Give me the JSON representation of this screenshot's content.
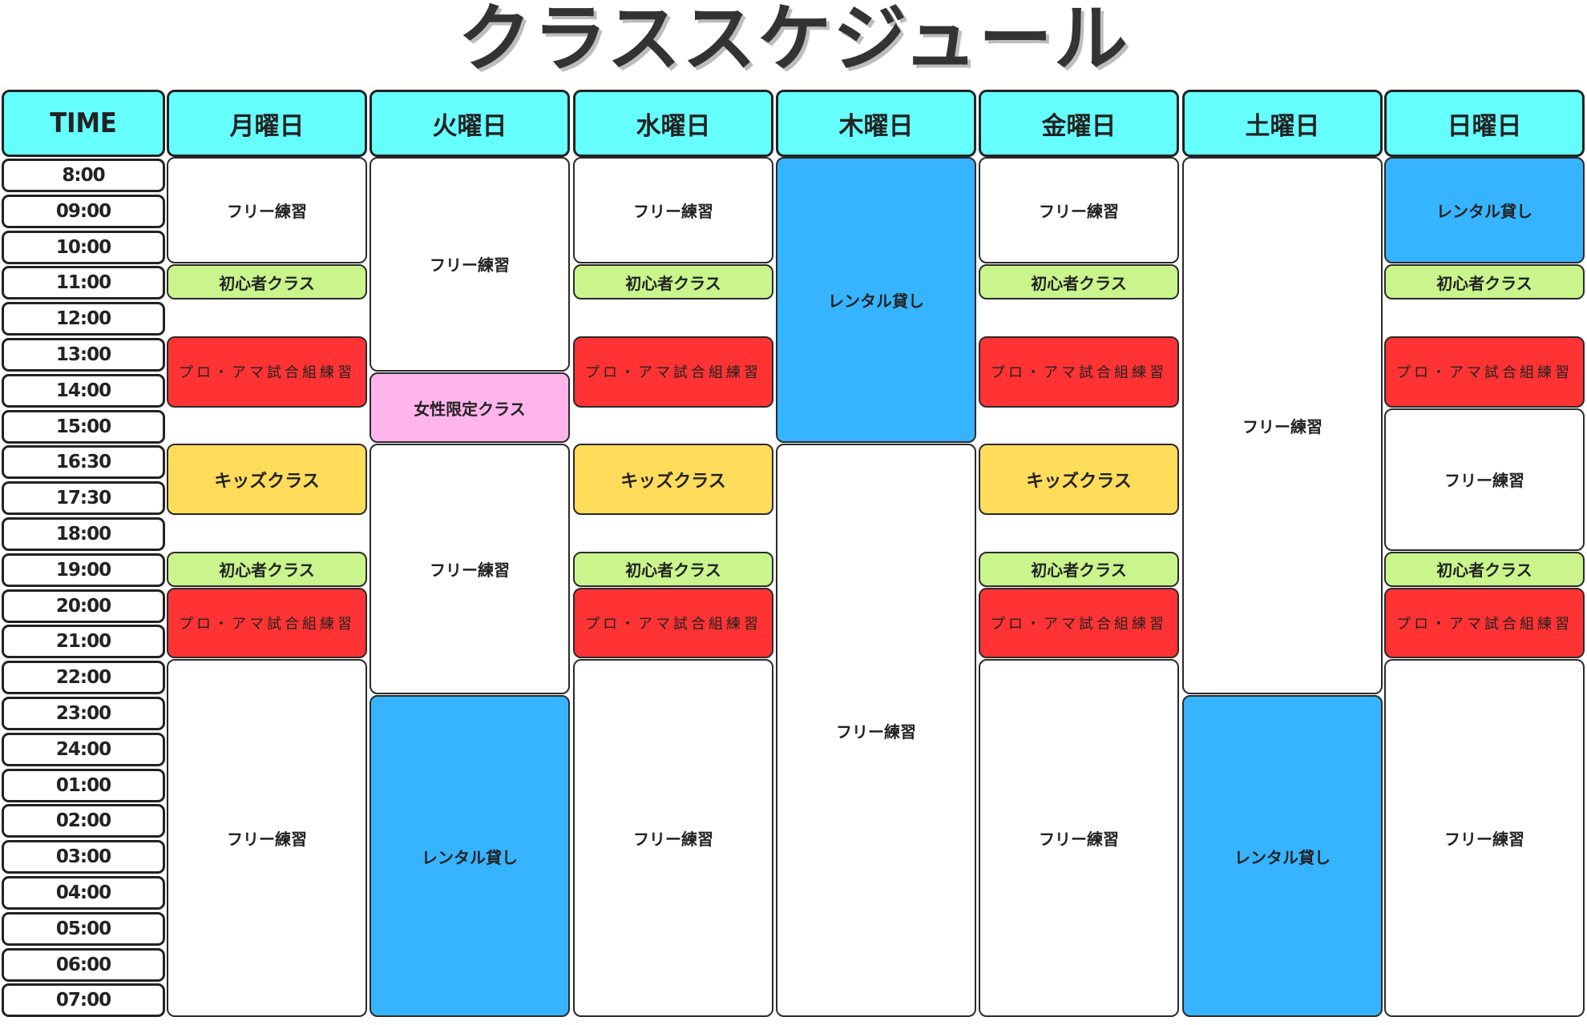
{
  "title": "クラススケジュール",
  "time_header": "TIME",
  "days": [
    "月曜日",
    "火曜日",
    "水曜日",
    "木曜日",
    "金曜日",
    "土曜日",
    "日曜日"
  ],
  "times": [
    "8:00",
    "09:00",
    "10:00",
    "11:00",
    "12:00",
    "13:00",
    "14:00",
    "15:00",
    "16:30",
    "17:30",
    "18:00",
    "19:00",
    "20:00",
    "21:00",
    "22:00",
    "23:00",
    "24:00",
    "01:00",
    "02:00",
    "03:00",
    "04:00",
    "05:00",
    "06:00",
    "07:00"
  ],
  "class_names": {
    "free": "フリー練習",
    "beginner": "初心者クラス",
    "proam": "プロ・アマ試合組練習",
    "kids": "キッズクラス",
    "rental": "レンタル貸し",
    "women": "女性限定クラス"
  },
  "colors": {
    "header": "#66ffff",
    "free": "#ffffff",
    "beginner": "#c9f58c",
    "proam": "#ff3333",
    "kids": "#ffdc5a",
    "rental": "#36b4ff",
    "women": "#ffb5ec",
    "border": "#222222"
  },
  "schedule": [
    [
      {
        "type": "free",
        "start": "8:00",
        "end": "10:00"
      },
      {
        "type": "beginner",
        "start": "11:00",
        "end": "11:00"
      },
      {
        "type": "proam",
        "start": "13:00",
        "end": "14:00"
      },
      {
        "type": "kids",
        "start": "16:30",
        "end": "17:30"
      },
      {
        "type": "beginner",
        "start": "19:00",
        "end": "19:00"
      },
      {
        "type": "proam",
        "start": "20:00",
        "end": "21:00"
      },
      {
        "type": "free",
        "start": "22:00",
        "end": "07:00"
      }
    ],
    [
      {
        "type": "free",
        "start": "8:00",
        "end": "13:00"
      },
      {
        "type": "women",
        "start": "14:00",
        "end": "15:00"
      },
      {
        "type": "free",
        "start": "16:30",
        "end": "22:00"
      },
      {
        "type": "rental",
        "start": "23:00",
        "end": "07:00"
      }
    ],
    [
      {
        "type": "free",
        "start": "8:00",
        "end": "10:00"
      },
      {
        "type": "beginner",
        "start": "11:00",
        "end": "11:00"
      },
      {
        "type": "proam",
        "start": "13:00",
        "end": "14:00"
      },
      {
        "type": "kids",
        "start": "16:30",
        "end": "17:30"
      },
      {
        "type": "beginner",
        "start": "19:00",
        "end": "19:00"
      },
      {
        "type": "proam",
        "start": "20:00",
        "end": "21:00"
      },
      {
        "type": "free",
        "start": "22:00",
        "end": "07:00"
      }
    ],
    [
      {
        "type": "rental",
        "start": "8:00",
        "end": "15:00"
      },
      {
        "type": "free",
        "start": "16:30",
        "end": "07:00"
      }
    ],
    [
      {
        "type": "free",
        "start": "8:00",
        "end": "10:00"
      },
      {
        "type": "beginner",
        "start": "11:00",
        "end": "11:00"
      },
      {
        "type": "proam",
        "start": "13:00",
        "end": "14:00"
      },
      {
        "type": "kids",
        "start": "16:30",
        "end": "17:30"
      },
      {
        "type": "beginner",
        "start": "19:00",
        "end": "19:00"
      },
      {
        "type": "proam",
        "start": "20:00",
        "end": "21:00"
      },
      {
        "type": "free",
        "start": "22:00",
        "end": "07:00"
      }
    ],
    [
      {
        "type": "free",
        "start": "8:00",
        "end": "22:00"
      },
      {
        "type": "rental",
        "start": "23:00",
        "end": "07:00"
      }
    ],
    [
      {
        "type": "rental",
        "start": "8:00",
        "end": "10:00"
      },
      {
        "type": "beginner",
        "start": "11:00",
        "end": "11:00"
      },
      {
        "type": "proam",
        "start": "13:00",
        "end": "14:00"
      },
      {
        "type": "free",
        "start": "15:00",
        "end": "18:00"
      },
      {
        "type": "beginner",
        "start": "19:00",
        "end": "19:00"
      },
      {
        "type": "proam",
        "start": "20:00",
        "end": "21:00"
      },
      {
        "type": "free",
        "start": "22:00",
        "end": "07:00"
      }
    ]
  ]
}
